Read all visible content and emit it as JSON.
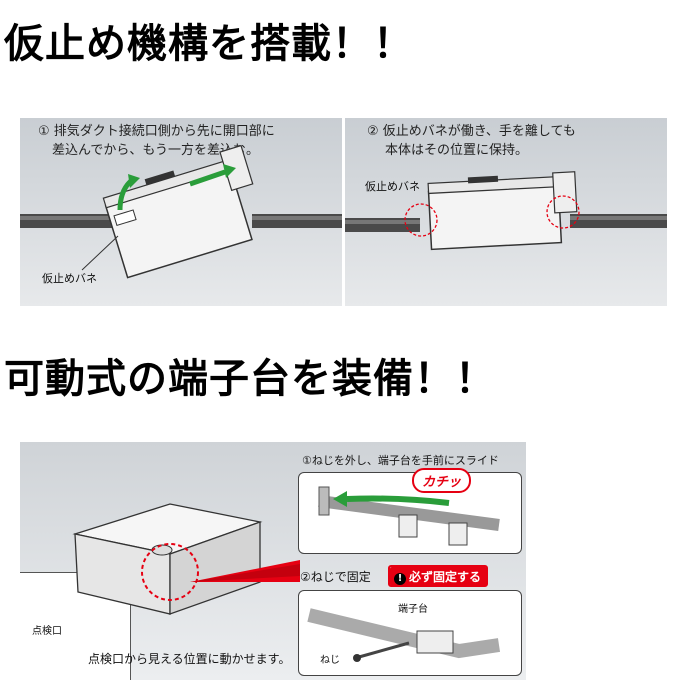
{
  "headings": {
    "h1": "仮止め機構を搭載！！",
    "h2": "可動式の端子台を装備！！"
  },
  "panel1": {
    "caption_line1": "① 排気ダクト接続口側から先に開口部に",
    "caption_line2": "差込んでから、もう一方を差込む。",
    "label_spring": "仮止めバネ"
  },
  "panel2": {
    "caption_line1": "② 仮止めバネが働き、手を離しても",
    "caption_line2": "本体はその位置に保持。",
    "label_spring": "仮止めバネ"
  },
  "panel3": {
    "label_inspection": "点検口",
    "bottom_text": "点検口から見える位置に動かせます。",
    "step1": "①ねじを外し、端子台を手前にスライド",
    "click_sound": "カチッ",
    "step2": "②ねじで固定",
    "must_fix": "必ず固定する",
    "must_icon": "!",
    "label_terminal": "端子台",
    "label_screw": "ねじ"
  },
  "colors": {
    "accent_red": "#e60012",
    "arrow_green": "#2a9d3a"
  }
}
